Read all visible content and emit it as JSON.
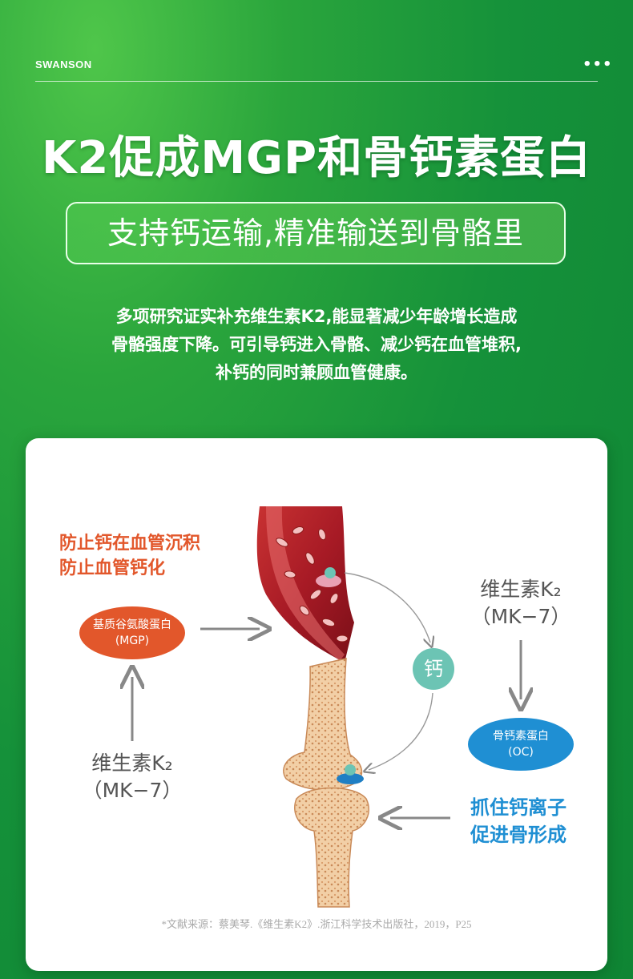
{
  "header": {
    "brand": "SWANSON",
    "menu_icon": "more-dots-icon"
  },
  "title": "K2促成MGP和骨钙素蛋白",
  "subtitle": "支持钙运输,精准输送到骨骼里",
  "description": [
    "多项研究证实补充维生素K2,能显著减少年龄增长造成",
    "骨骼强度下降。可引导钙进入骨骼、减少钙在血管堆积,",
    "补钙的同时兼顾血管健康。"
  ],
  "diagram": {
    "left_heading": [
      "防止钙在血管沉积",
      "防止血管钙化"
    ],
    "mgp_oval": [
      "基质谷氨酸蛋白",
      "(MGP)"
    ],
    "left_vitamin": [
      "维生素K₂",
      "（MK−7）"
    ],
    "right_vitamin": [
      "维生素K₂",
      "（MK−7）"
    ],
    "calcium_label": "钙",
    "oc_oval": [
      "骨钙素蛋白",
      "(OC)"
    ],
    "right_heading": [
      "抓住钙离子",
      "促进骨形成"
    ],
    "footnote": "*文献来源：蔡美琴.《维生素K2》.浙江科学技术出版社，2019，P25",
    "colors": {
      "mgp": "#e2572b",
      "oc": "#1f8fd3",
      "calcium": "#6cc4b4",
      "vessel": "#b5202a",
      "bone": "#f0c9a0"
    }
  }
}
